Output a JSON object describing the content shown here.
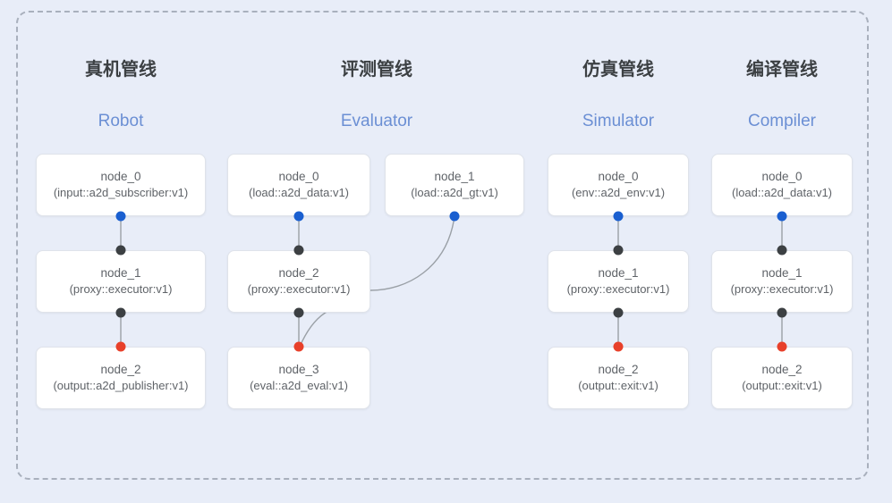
{
  "diagram": {
    "title_visible": false,
    "background_color": "#e8edf8",
    "frame": {
      "style": "dashed",
      "color": "#a9b0bd"
    },
    "port_colors": {
      "output": "#1a5fd0",
      "relay": "#3c4043",
      "input": "#e8402a"
    },
    "link_color": "#9aa0a6",
    "columns": [
      {
        "id": "robot",
        "cn_label": "真机管线",
        "en_label": "Robot",
        "nodes": [
          {
            "name": "node_0",
            "type": "(input::a2d_subscriber:v1)"
          },
          {
            "name": "node_1",
            "type": "(proxy::executor:v1)"
          },
          {
            "name": "node_2",
            "type": "(output::a2d_publisher:v1)"
          }
        ]
      },
      {
        "id": "evaluator",
        "cn_label": "评测管线",
        "en_label": "Evaluator",
        "nodes": [
          {
            "name": "node_0",
            "type": "(load::a2d_data:v1)"
          },
          {
            "name": "node_1",
            "type": "(load::a2d_gt:v1)"
          },
          {
            "name": "node_2",
            "type": "(proxy::executor:v1)"
          },
          {
            "name": "node_3",
            "type": "(eval::a2d_eval:v1)"
          }
        ]
      },
      {
        "id": "simulator",
        "cn_label": "仿真管线",
        "en_label": "Simulator",
        "nodes": [
          {
            "name": "node_0",
            "type": "(env::a2d_env:v1)"
          },
          {
            "name": "node_1",
            "type": "(proxy::executor:v1)"
          },
          {
            "name": "node_2",
            "type": "(output::exit:v1)"
          }
        ]
      },
      {
        "id": "compiler",
        "cn_label": "编译管线",
        "en_label": "Compiler",
        "nodes": [
          {
            "name": "node_0",
            "type": "(load::a2d_data:v1)"
          },
          {
            "name": "node_1",
            "type": "(proxy::executor:v1)"
          },
          {
            "name": "node_2",
            "type": "(output::exit:v1)"
          }
        ]
      }
    ]
  }
}
